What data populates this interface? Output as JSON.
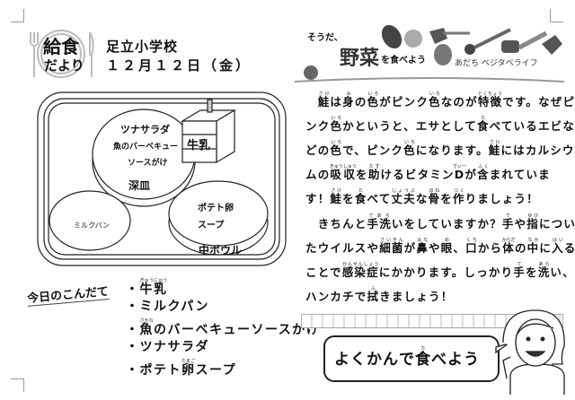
{
  "header": {
    "logo_line1": "給食",
    "logo_line2": "だより",
    "school": "足立小学校",
    "date": "１２月１２日（金）"
  },
  "banner": {
    "tagline": "そうだ、",
    "title": "野菜",
    "title_suffix": "を食べよう",
    "brand": "あだち ベジタベライフ"
  },
  "tray": {
    "deep_dish_items": [
      "ツナサラダ",
      "魚のバーベキュー",
      "ソースがけ"
    ],
    "deep_dish_label": "深皿",
    "milk": "牛乳",
    "bread": "ミルクパン",
    "bowl_items": [
      "ポテト卵",
      "スープ"
    ],
    "bowl_label": "中ボウル"
  },
  "menu": {
    "heading": "今日のこんだて",
    "items": [
      "・{牛乳|ぎゅうにゅう}",
      "・ミルクパン",
      "・{魚|さかな}のバーベキューソースがけ",
      "・ツナサラダ",
      "・ポテト{卵|たまご}スープ"
    ]
  },
  "article": {
    "lines": [
      "　{鮭|さけ}は{身|み}の{色|いろ}がピンク{色|いろ}なのが{特徴|とくちょう}です。なぜピ",
      "ンク{色|いろ}かというと、エサとして{食|た}べているエビな",
      "どの{色|いろ}で、ピンク{色|いろ}になります。{鮭|さけ}にはカルシウ",
      "ムの{吸収|きゅうしゅう}を{助|たす}けるビタミン{D|でぃー}が{含|ふく}まれていま",
      "す！{鮭|さけ}を{食|た}べて{丈夫|じょうぶ}な{骨|ほね}を{作|つく}りましょう！",
      "　きちんと{手洗|てあら}いをしていますか？{手|て}や{指|ゆび}につい",
      "たウイルスや{細菌|さいきん}が{鼻|はな}や{眼|め}、{口|くち}から{体|からだ}の{中|なか}に{入|はい}る",
      "ことで{感染症|かんせんしょう}にかかります。しっかり{手|て}を{洗|あら}い、",
      "ハンカチで{拭|ふ}きましょう！"
    ]
  },
  "footer": {
    "slogan": "よくかんで{食|た}べよう"
  }
}
